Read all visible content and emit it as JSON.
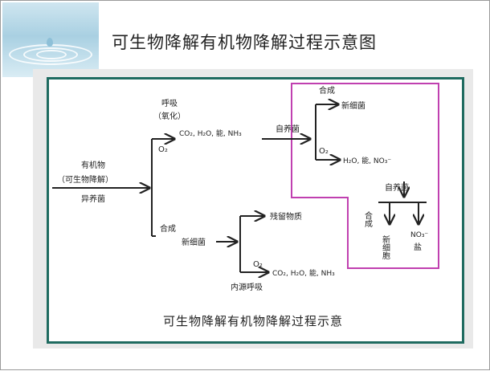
{
  "slide_title": "可生物降解有机物降解过程示意图",
  "caption": "可生物降解有机物降解过程示意",
  "colors": {
    "frame": "#1f6b60",
    "highlight_box": "#c040b0",
    "arrows": "#222222"
  },
  "nodes": {
    "input_line1": "有机物",
    "input_line2": "（可生物降解）",
    "input_line3": "异养菌",
    "respiration_label": "呼吸",
    "respiration_sub": "（氧化）",
    "o2_upper": "O₂",
    "products_upper": "CO₂, H₂O, 能, NH₃",
    "autotroph_upper": "自养菌",
    "synthesis_upper": "合成",
    "new_cells_upper": "新细菌",
    "o2_right": "O₂",
    "products_right": "H₂O, 能, NO₃⁻",
    "autotroph_right": "自养菌",
    "synthesis_vertical": "合成",
    "new_cells_vertical": "新细胞",
    "nitrate_salt_top": "NO₃⁻",
    "nitrate_salt_bottom": "盐",
    "synthesis_lower": "合成",
    "new_cells_lower": "新细菌",
    "residue": "残留物质",
    "o2_lower": "O₂",
    "products_lower": "CO₂, H₂O, 能, NH₃",
    "endogenous": "内源呼吸"
  }
}
